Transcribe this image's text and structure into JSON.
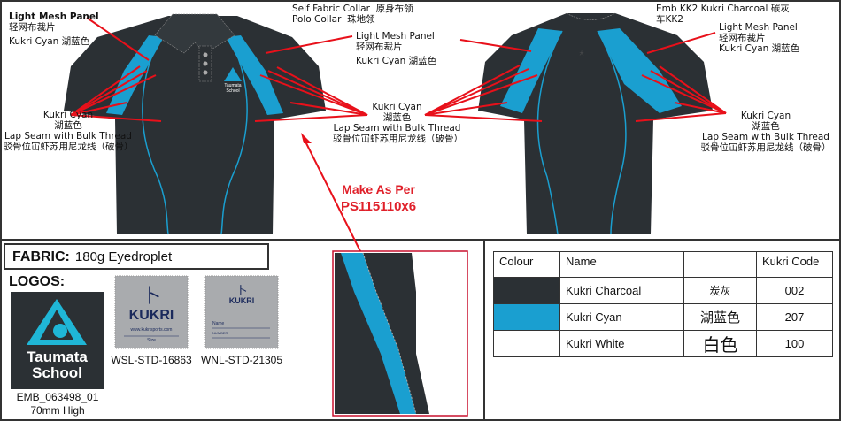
{
  "front": {
    "collar_en1": "Self Fabric Collar",
    "collar_cn1": "原身布领",
    "collar_en2": "Polo Collar",
    "collar_cn2": "珠地领",
    "mesh_left_en": "Light Mesh Panel",
    "mesh_left_cn": "轻网布裁片",
    "mesh_left_color": "Kukri Cyan  湖蓝色",
    "mesh_right_en": "Light Mesh Panel",
    "mesh_right_cn": "轻网布裁片",
    "mesh_right_color": "Kukri Cyan  湖蓝色",
    "seam_left": [
      "Kukri Cyan",
      "湖蓝色",
      "Lap Seam with Bulk Thread",
      "驳骨位冚虾苏用尼龙线（破骨）"
    ],
    "seam_right": [
      "Kukri Cyan",
      "湖蓝色",
      "Lap Seam with Bulk Thread",
      "驳骨位冚虾苏用尼龙线（破骨）"
    ],
    "chest_logo": [
      "Taumata",
      "School"
    ]
  },
  "back": {
    "emb_line1": "Emb KK2  Kukri Charcoal  碳灰",
    "emb_line2": "车KK2",
    "mesh_en": "Light Mesh Panel",
    "mesh_cn": "轻网布裁片",
    "mesh_color": "Kukri Cyan  湖蓝色",
    "seam": [
      "Kukri Cyan",
      "湖蓝色",
      "Lap Seam with Bulk Thread",
      "驳骨位冚虾苏用尼龙线（破骨）"
    ]
  },
  "make_as_per": {
    "line1": "Make As Per",
    "line2": "PS115110x6"
  },
  "fabric": {
    "label": "FABRIC:",
    "value": "180g Eyedroplet"
  },
  "logos": {
    "title": "LOGOS:",
    "items": [
      {
        "name": "Taumata School",
        "text1": "Taumata",
        "text2": "School",
        "code": "EMB_063498_01",
        "note": "70mm High"
      },
      {
        "name": "Kukri size label",
        "brand": "KUKRI",
        "url": "www.kukrisports.com",
        "size": "Size",
        "code": "WSL-STD-16863"
      },
      {
        "name": "Kukri name label",
        "brand": "KUKRI",
        "field1": "Name",
        "field2": "NUMBER",
        "code": "WNL-STD-21305"
      }
    ]
  },
  "colour_table": {
    "headers": [
      "Colour",
      "Name",
      "",
      "Kukri Code"
    ],
    "rows": [
      {
        "swatch": "#2b3034",
        "name": "Kukri Charcoal",
        "cn": "炭灰",
        "code": "002"
      },
      {
        "swatch": "#1a9fd0",
        "name": "Kukri Cyan",
        "cn": "湖蓝色",
        "code": "207"
      },
      {
        "swatch": "#ffffff",
        "name": "Kukri White",
        "cn": "白色",
        "code": "100"
      }
    ]
  },
  "colors": {
    "charcoal": "#2b3034",
    "cyan": "#1a9fd0",
    "red": "#e8101a"
  }
}
